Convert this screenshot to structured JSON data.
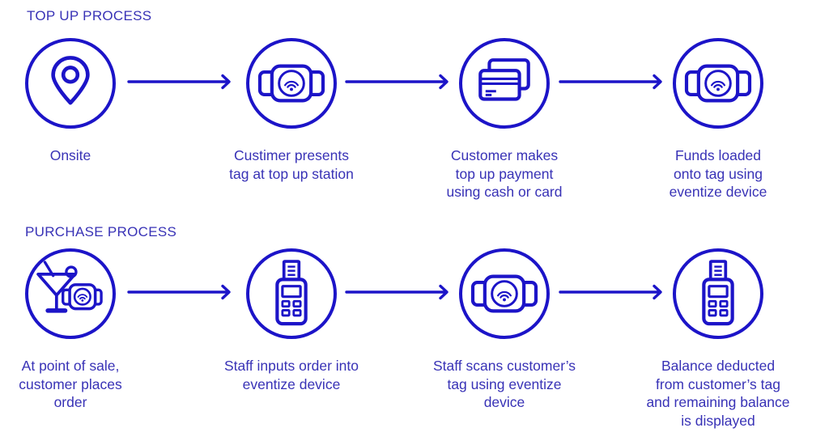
{
  "colors": {
    "icon_blue": "#1c14c8",
    "text_blue": "#3832b6",
    "background": "#ffffff"
  },
  "processes": [
    {
      "title": "TOP UP PROCESS",
      "steps": [
        {
          "icon": "location-pin-icon",
          "label": [
            "Onsite"
          ]
        },
        {
          "icon": "nfc-tag-icon",
          "label": [
            "Custimer presents",
            "tag at top up station"
          ]
        },
        {
          "icon": "credit-cards-icon",
          "label": [
            "Customer makes",
            "top up payment",
            "using cash or card"
          ]
        },
        {
          "icon": "nfc-tag-icon",
          "label": [
            "Funds loaded",
            "onto tag using",
            "eventize device"
          ]
        }
      ]
    },
    {
      "title": "PURCHASE PROCESS",
      "steps": [
        {
          "icon": "cocktail-nfc-tag-icon",
          "label": [
            "At point of sale,",
            "customer  places",
            "order"
          ]
        },
        {
          "icon": "pos-terminal-icon",
          "label": [
            "Staff inputs order into",
            "eventize device"
          ]
        },
        {
          "icon": "nfc-tag-icon",
          "label": [
            "Staff scans customer’s",
            "tag using eventize",
            "device"
          ]
        },
        {
          "icon": "pos-terminal-icon",
          "label": [
            "Balance deducted",
            "from customer’s tag",
            "and remaining balance",
            "is displayed"
          ]
        }
      ]
    }
  ]
}
